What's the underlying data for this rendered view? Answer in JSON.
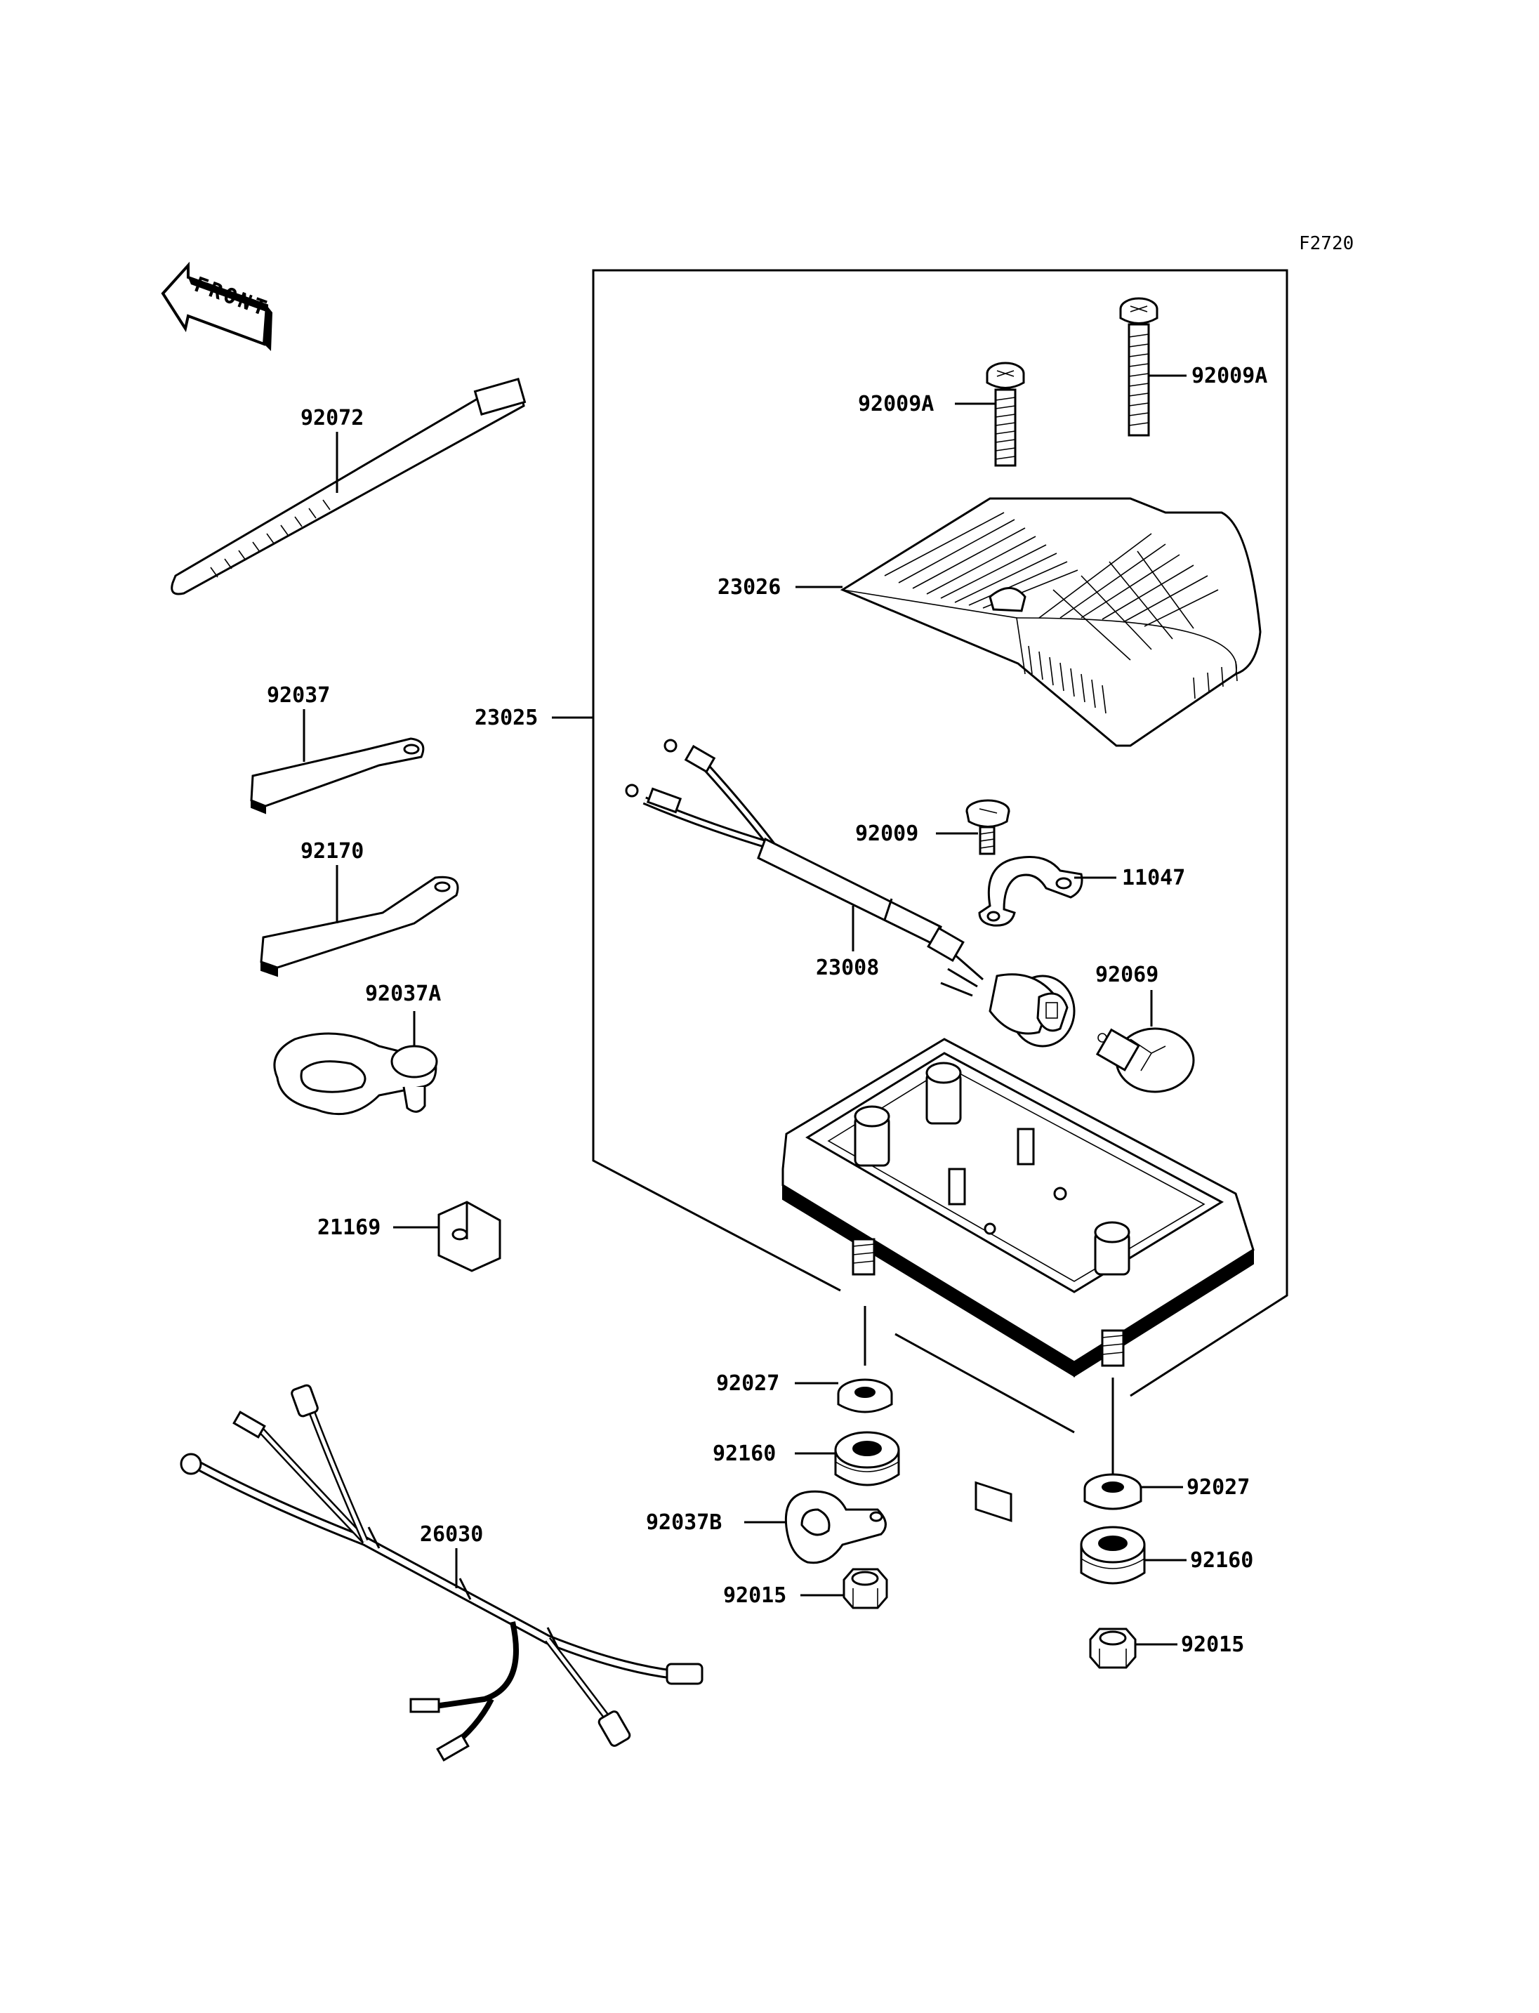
{
  "figure_code": "F2720",
  "front_marker": "FRONT",
  "labels": {
    "p92072": "92072",
    "p92037": "92037",
    "p92170": "92170",
    "p92037A": "92037A",
    "p21169": "21169",
    "p26030": "26030",
    "p23025": "23025",
    "p92009A_left": "92009A",
    "p92009A_right": "92009A",
    "p23026": "23026",
    "p92009": "92009",
    "p11047": "11047",
    "p23008": "23008",
    "p92069": "92069",
    "p92027_left": "92027",
    "p92160_left": "92160",
    "p92037B": "92037B",
    "p92015_left": "92015",
    "p92027_right": "92027",
    "p92160_right": "92160",
    "p92015_right": "92015"
  }
}
